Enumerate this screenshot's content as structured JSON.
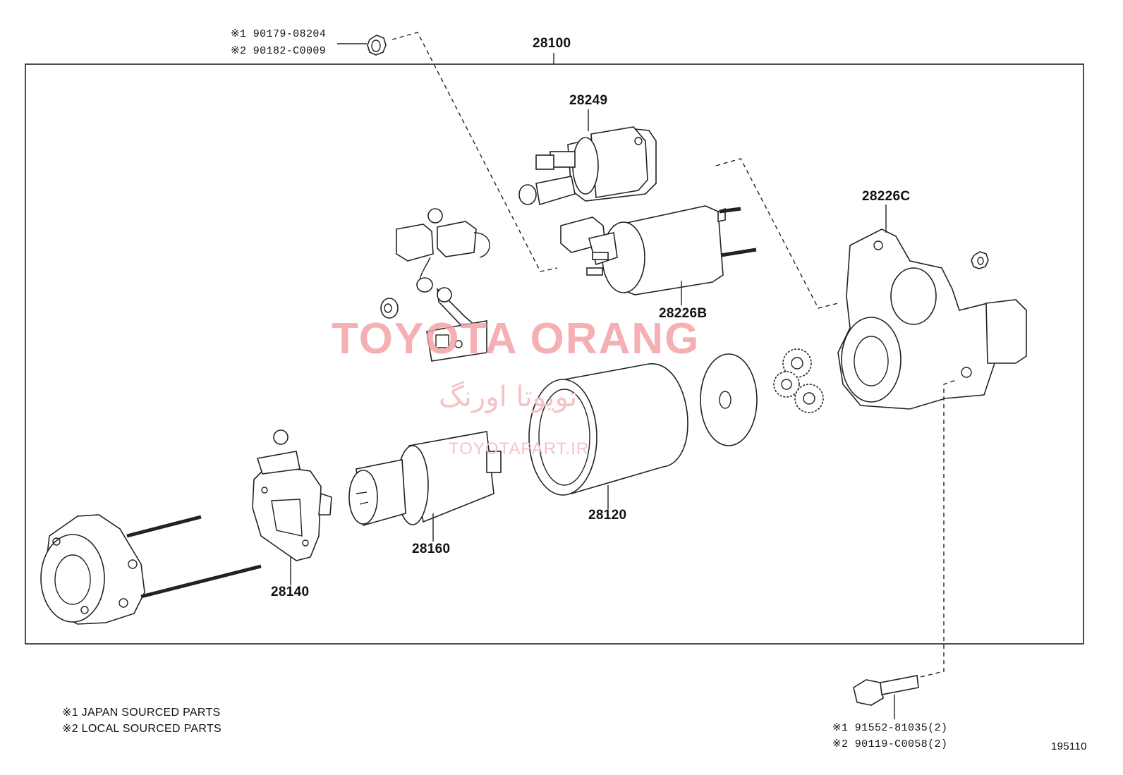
{
  "assembly_label": "28100",
  "parts": {
    "p28249": "28249",
    "p28226b": "28226B",
    "p28226c": "28226C",
    "p28120": "28120",
    "p28160": "28160",
    "p28140": "28140"
  },
  "top_nut_refs": {
    "line1": "※1 90179-08204",
    "line2": "※2 90182-C0009"
  },
  "bottom_bolt_refs": {
    "line1": "※1 91552-81035(2)",
    "line2": "※2 90119-C0058(2)"
  },
  "notes": {
    "note1": "※1 JAPAN SOURCED PARTS",
    "note2": "※2 LOCAL SOURCED PARTS"
  },
  "figure_number": "195110",
  "watermark": {
    "main": "TOYOTA ORANG",
    "persian": "تویوتا اورنگ",
    "url": "TOYOTAPART.IR"
  },
  "icons": [
    "nut-icon",
    "bolt-icon",
    "solenoid-icon",
    "magnetic-switch-icon",
    "lead-wire-icon",
    "housing-icon",
    "yoke-icon",
    "armature-icon",
    "brush-holder-icon",
    "end-frame-icon",
    "planetary-gear-icon",
    "plate-icon"
  ]
}
